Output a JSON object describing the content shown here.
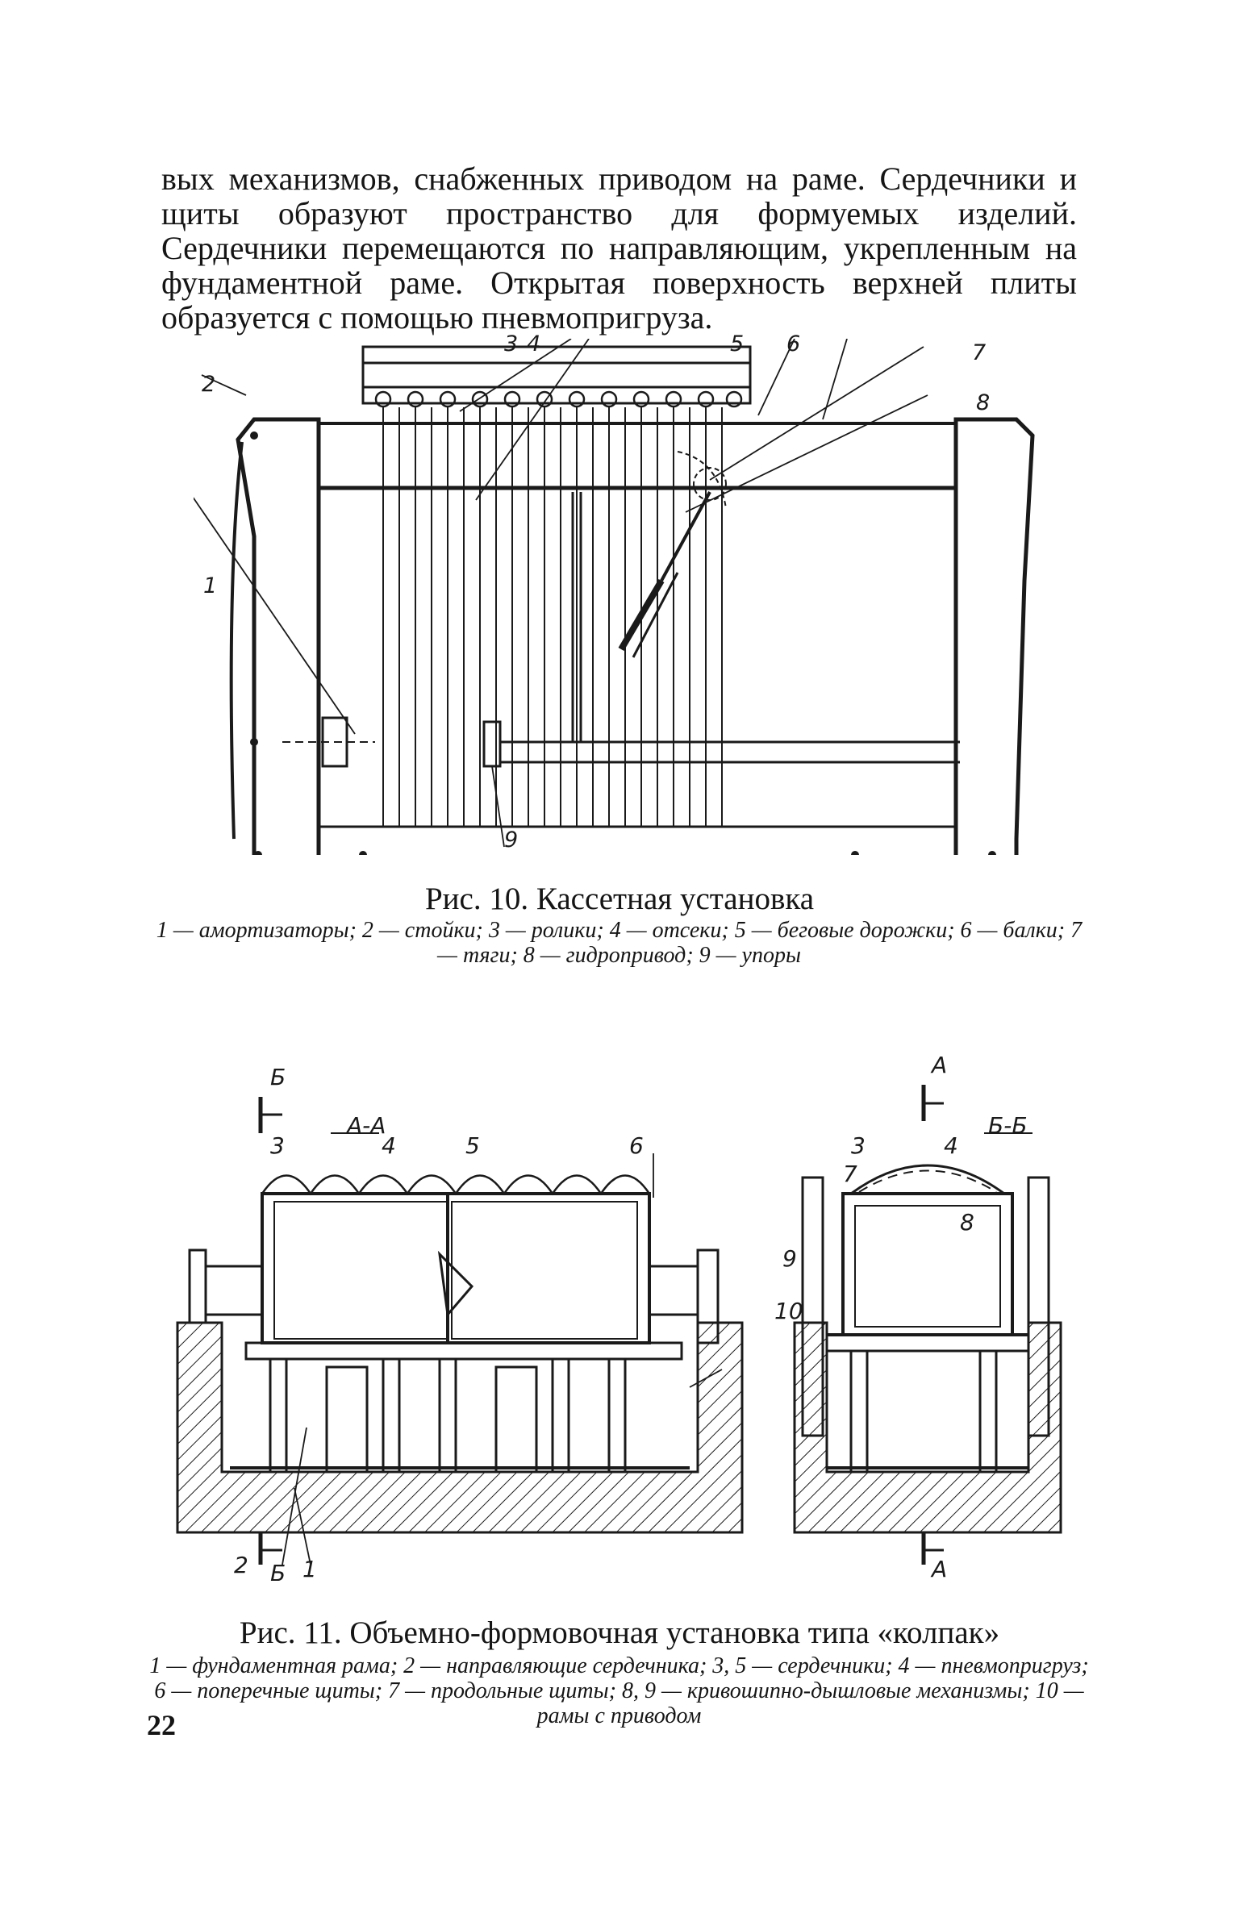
{
  "body_text": "вых механизмов, снабженных приводом на раме. Сердечники и щиты образуют пространство для формуемых изделий. Сердечники перемещаются по направляющим, укрепленным на фундаментной раме. Открытая поверхность верхней плиты образуется с помощью пневмопригруза.",
  "figure10": {
    "caption": "Рис. 10. Кассетная установка",
    "legend": "1 — амортизаторы; 2 — стойки; 3 — ролики; 4 — отсеки; 5 — беговые дорожки; 6 — балки; 7 — тяги; 8 — гидропривод; 9 — упоры",
    "callouts": [
      "1",
      "2",
      "3",
      "4",
      "5",
      "6",
      "7",
      "8",
      "9"
    ]
  },
  "figure11": {
    "caption": "Рис. 11. Объемно-формовочная установка типа «колпак»",
    "legend": "1 — фундаментная рама; 2 — направляющие сердечника; 3, 5 — сердечники; 4 — пневмопригруз; 6 — поперечные щиты; 7 — продольные щиты; 8, 9 — кривошипно-дышловые механизмы; 10 — рамы с приводом",
    "section_aa": "А-А",
    "section_bb": "Б-Б",
    "mark_a": "А",
    "mark_b": "Б",
    "callouts": [
      "1",
      "2",
      "3",
      "4",
      "5",
      "6",
      "7",
      "8",
      "9",
      "10"
    ]
  },
  "page_number": "22"
}
